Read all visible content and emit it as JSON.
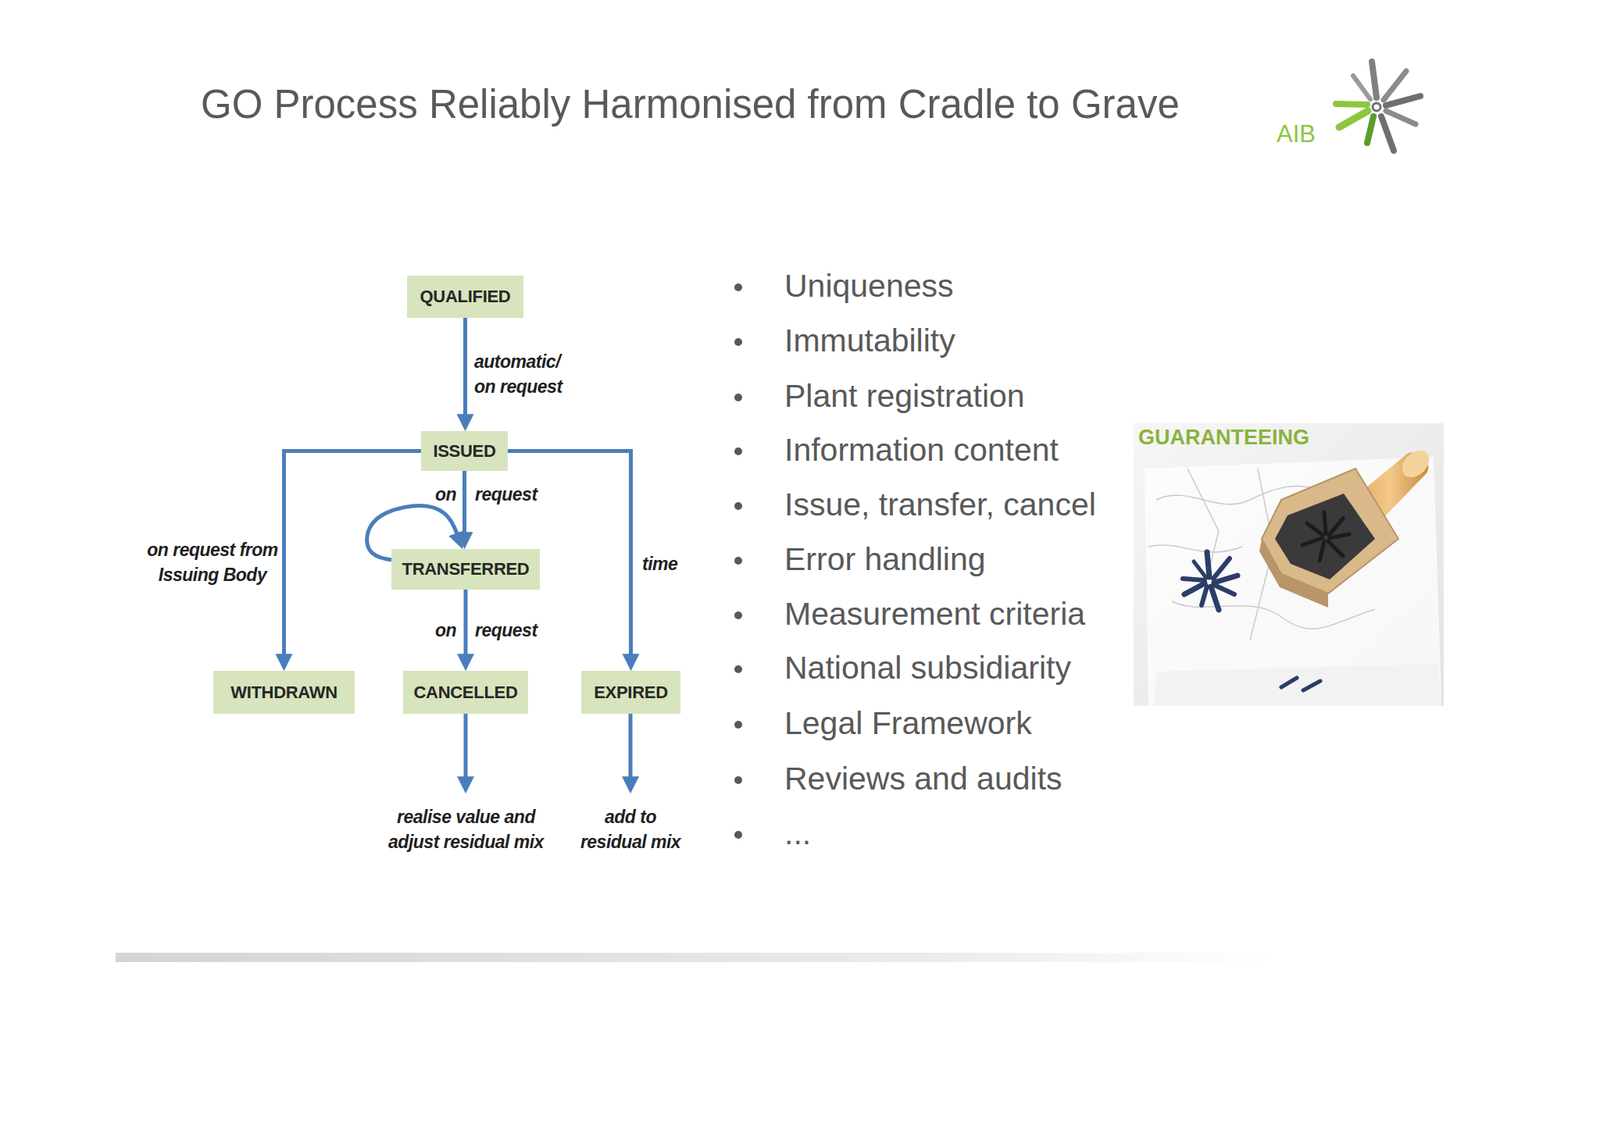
{
  "diagram": {
    "title": "GO Process Reliably Harmonised from Cradle to Grave",
    "nodes": [
      {
        "text": [
          "QUALIFIED"
        ]
      },
      {
        "text": [
          "ISSUED"
        ]
      },
      {
        "text": [
          "TRANSFERRED"
        ]
      },
      {
        "text": [
          "WITHDRAWN"
        ]
      },
      {
        "text": [
          "CANCELLED"
        ]
      },
      {
        "text": [
          "EXPIRED"
        ]
      }
    ],
    "edges": [
      {
        "from": 0,
        "to": 1,
        "arrow": "to",
        "label": "automatic/ on request"
      },
      {
        "from": 1,
        "to": 2,
        "arrow": "to",
        "label": "on request"
      },
      {
        "from": 2,
        "to": 2,
        "arrow": "to"
      },
      {
        "from": 2,
        "to": 4,
        "arrow": "to",
        "label": "on request"
      },
      {
        "from": 1,
        "to": 3,
        "arrow": "to",
        "label": "on request from Issuing Body"
      },
      {
        "from": 1,
        "to": 5,
        "arrow": "to",
        "label": "time"
      }
    ],
    "labels": [
      "AIB",
      "Uniqueness",
      "Immutability",
      "Plant registration",
      "Information content",
      "Issue, transfer, cancel",
      "Error handling",
      "Measurement criteria",
      "National subsidiarity",
      "Legal Framework",
      "Reviews and audits",
      "...",
      "GUARANTEEING",
      "realise value and adjust residual mix",
      "add to residual mix"
    ]
  }
}
